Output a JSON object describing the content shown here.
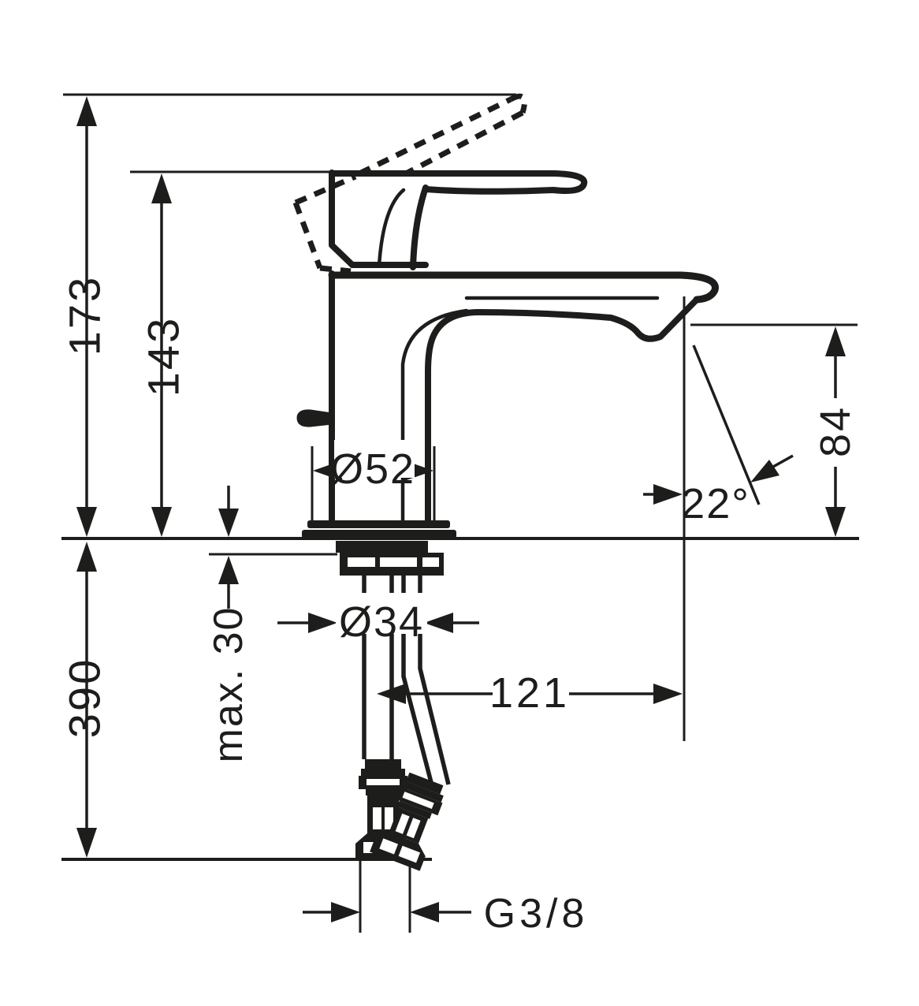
{
  "drawing": {
    "type": "technical-dimension-drawing",
    "subject": "single-lever basin mixer tap, side view with flexible supply hoses",
    "background_color": "#ffffff",
    "line_color": "#1d1d1b",
    "labels": {
      "total_height": "173",
      "handle_height": "143",
      "hose_length_below": "390",
      "mounting_thickness": "max. 30",
      "base_diameter": "Ø52",
      "shank_diameter": "Ø34",
      "spout_outlet_height": "84",
      "spout_reach": "121",
      "outlet_angle": "22°",
      "connection_thread": "G3/8"
    }
  }
}
